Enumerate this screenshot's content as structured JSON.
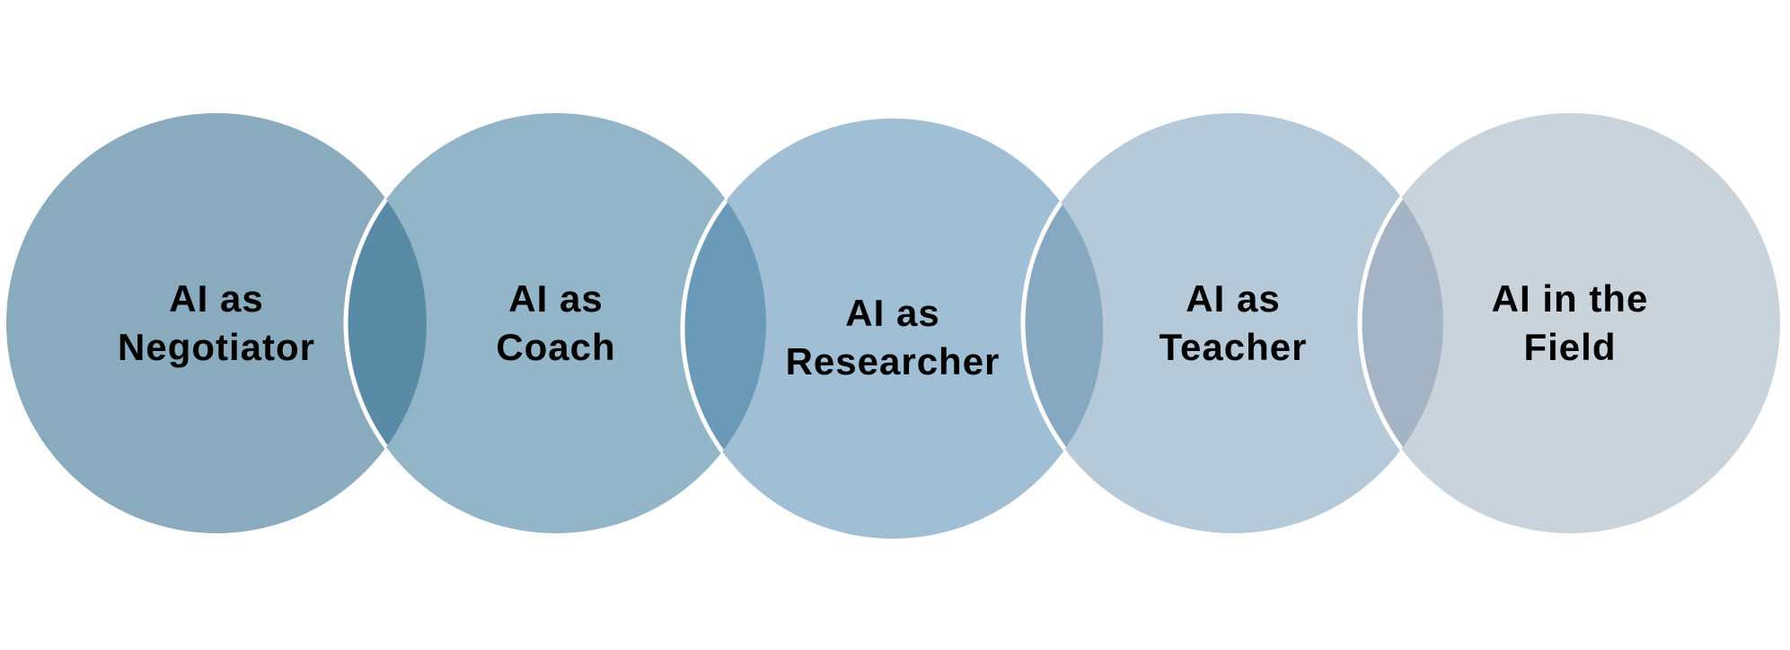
{
  "diagram": {
    "circles": [
      {
        "line1": "AI as",
        "line2": "Negotiator",
        "color": "#8aabbd"
      },
      {
        "line1": "AI as",
        "line2": "Coach",
        "color": "#93b5c8"
      },
      {
        "line1": "AI as",
        "line2": "Researcher",
        "color": "#a0bfd4"
      },
      {
        "line1": "AI as",
        "line2": "Teacher",
        "color": "#b5c9d8"
      },
      {
        "line1": "AI in the",
        "line2": "Field",
        "color": "#c9d3dc"
      }
    ],
    "overlap_colors": [
      "#5a8ba6",
      "#6a9ab8",
      "#86a8c0",
      "#a4b4c4"
    ]
  }
}
